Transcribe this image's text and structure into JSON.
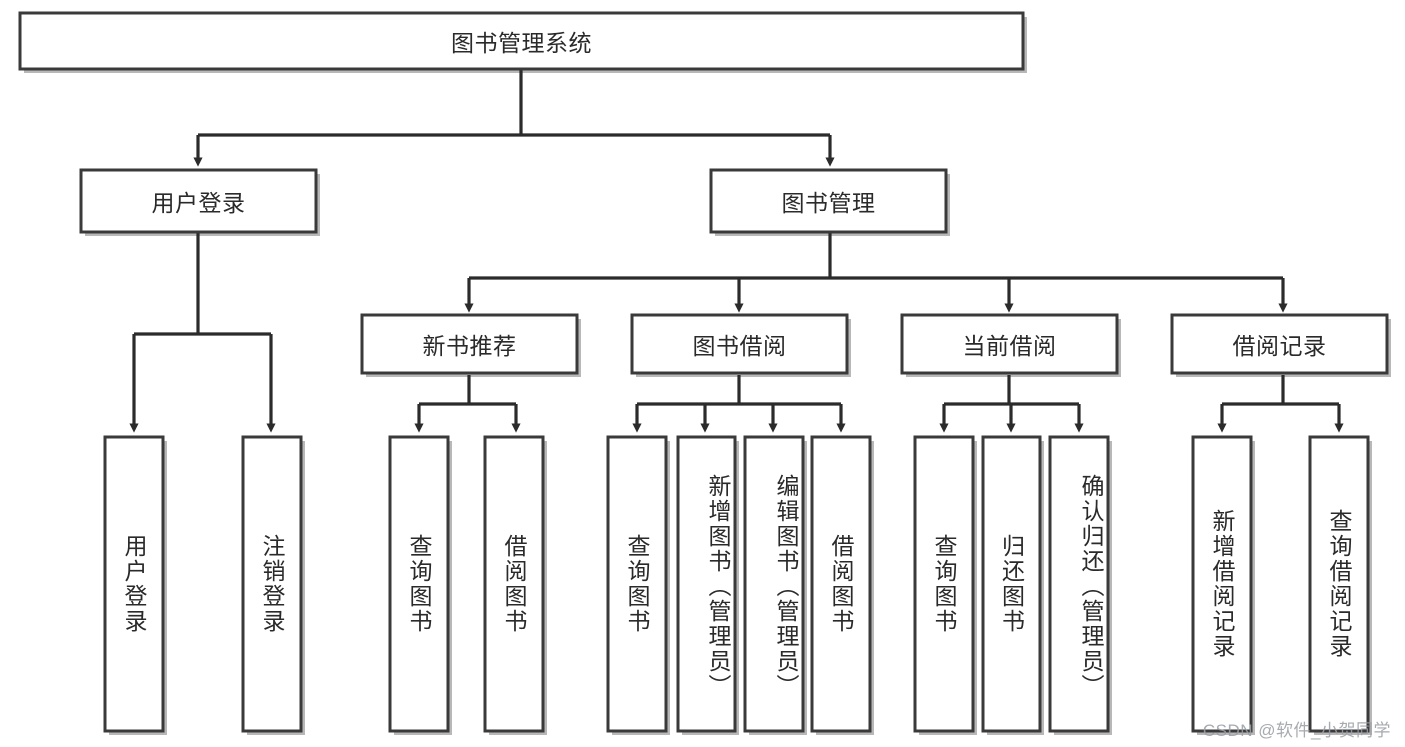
{
  "diagram": {
    "type": "tree-hierarchy",
    "title": "图书管理系统",
    "orientation": "top-down",
    "watermark": "CSDN @软件_小贺同学",
    "colors": {
      "box_fill": "#ffffff",
      "box_stroke": "#3a3a3a",
      "connector": "#2b2b2b",
      "text": "#2a2a2a",
      "watermark": "#9aa0a6",
      "background": "#ffffff"
    },
    "nodes": {
      "root": {
        "label": "图书管理系统",
        "level": 0,
        "text_orientation": "horizontal"
      },
      "level1": [
        {
          "id": "user-login",
          "label": "用户登录",
          "text_orientation": "horizontal"
        },
        {
          "id": "book-management",
          "label": "图书管理",
          "text_orientation": "horizontal"
        }
      ],
      "level2": [
        {
          "id": "new-book-recommend",
          "label": "新书推荐",
          "parent": "book-management",
          "text_orientation": "horizontal"
        },
        {
          "id": "book-borrow",
          "label": "图书借阅",
          "parent": "book-management",
          "text_orientation": "horizontal"
        },
        {
          "id": "current-borrow",
          "label": "当前借阅",
          "parent": "book-management",
          "text_orientation": "horizontal"
        },
        {
          "id": "borrow-record",
          "label": "借阅记录",
          "parent": "book-management",
          "text_orientation": "horizontal"
        }
      ],
      "leaves": [
        {
          "id": "leaf-user-login",
          "label": "用户登录",
          "parent": "user-login",
          "text_orientation": "vertical"
        },
        {
          "id": "leaf-logout-login",
          "label": "注销登录",
          "parent": "user-login",
          "text_orientation": "vertical"
        },
        {
          "id": "leaf-query-book-rec",
          "label": "查询图书",
          "parent": "new-book-recommend",
          "text_orientation": "vertical"
        },
        {
          "id": "leaf-borrow-book-rec",
          "label": "借阅图书",
          "parent": "new-book-recommend",
          "text_orientation": "vertical"
        },
        {
          "id": "leaf-query-book-borrow",
          "label": "查询图书",
          "parent": "book-borrow",
          "text_orientation": "vertical"
        },
        {
          "id": "leaf-add-book-admin",
          "label": "新增图书（管理员）",
          "parent": "book-borrow",
          "text_orientation": "vertical"
        },
        {
          "id": "leaf-edit-book-admin",
          "label": "编辑图书（管理员）",
          "parent": "book-borrow",
          "text_orientation": "vertical"
        },
        {
          "id": "leaf-borrow-book",
          "label": "借阅图书",
          "parent": "book-borrow",
          "text_orientation": "vertical"
        },
        {
          "id": "leaf-query-book-current",
          "label": "查询图书",
          "parent": "current-borrow",
          "text_orientation": "vertical"
        },
        {
          "id": "leaf-return-book",
          "label": "归还图书",
          "parent": "current-borrow",
          "text_orientation": "vertical"
        },
        {
          "id": "leaf-confirm-return-admin",
          "label": "确认归还（管理员）",
          "parent": "current-borrow",
          "text_orientation": "vertical"
        },
        {
          "id": "leaf-add-borrow-record",
          "label": "新增借阅记录",
          "parent": "borrow-record",
          "text_orientation": "vertical"
        },
        {
          "id": "leaf-query-borrow-record",
          "label": "查询借阅记录",
          "parent": "borrow-record",
          "text_orientation": "vertical"
        }
      ]
    }
  }
}
